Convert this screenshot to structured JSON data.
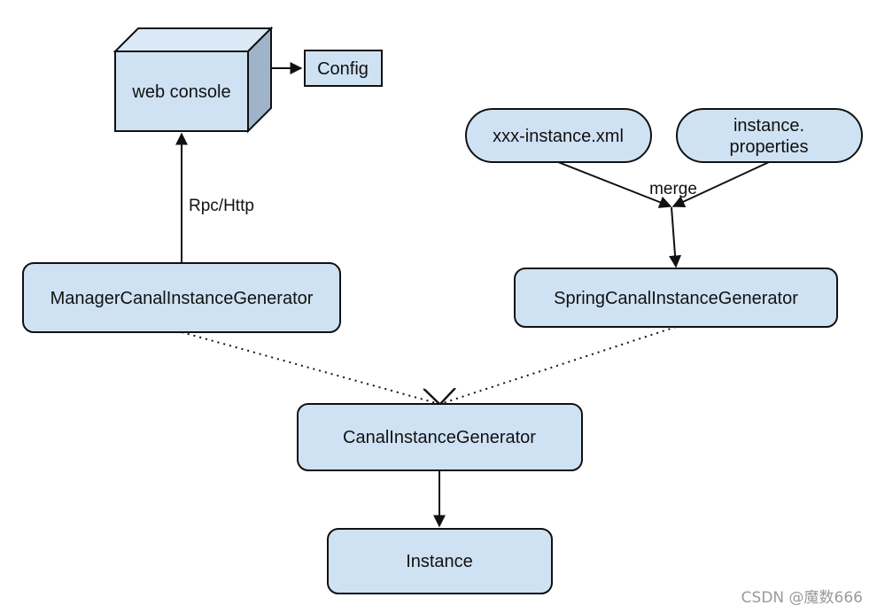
{
  "colors": {
    "node_fill": "#cfe2f3",
    "cube_top": "#dbe9f6",
    "cube_side": "#9fb4c9",
    "stroke": "#111111",
    "watermark": "#9a9a9a"
  },
  "nodes": {
    "web_console": "web console",
    "config": "Config",
    "xxx_instance_xml": "xxx-instance.xml",
    "instance_properties_line1": "instance.",
    "instance_properties_line2": "properties",
    "manager_generator": "ManagerCanalInstanceGenerator",
    "spring_generator": "SpringCanalInstanceGenerator",
    "canal_instance_generator": "CanalInstanceGenerator",
    "instance": "Instance"
  },
  "edges": {
    "rpc_http_label": "Rpc/Http",
    "merge_label": "merge"
  },
  "watermark": "CSDN @魔数666"
}
